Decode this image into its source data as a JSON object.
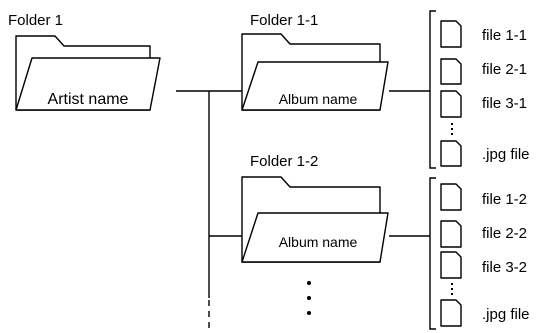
{
  "root": {
    "folder_label": "Folder 1",
    "inner_label": "Artist name"
  },
  "subfolders": [
    {
      "folder_label": "Folder 1-1",
      "inner_label": "Album name",
      "files": [
        "file 1-1",
        "file 2-1",
        "file 3-1",
        ".jpg file"
      ]
    },
    {
      "folder_label": "Folder 1-2",
      "inner_label": "Album name",
      "files": [
        "file 1-2",
        "file 2-2",
        "file 3-2",
        ".jpg file"
      ]
    }
  ]
}
